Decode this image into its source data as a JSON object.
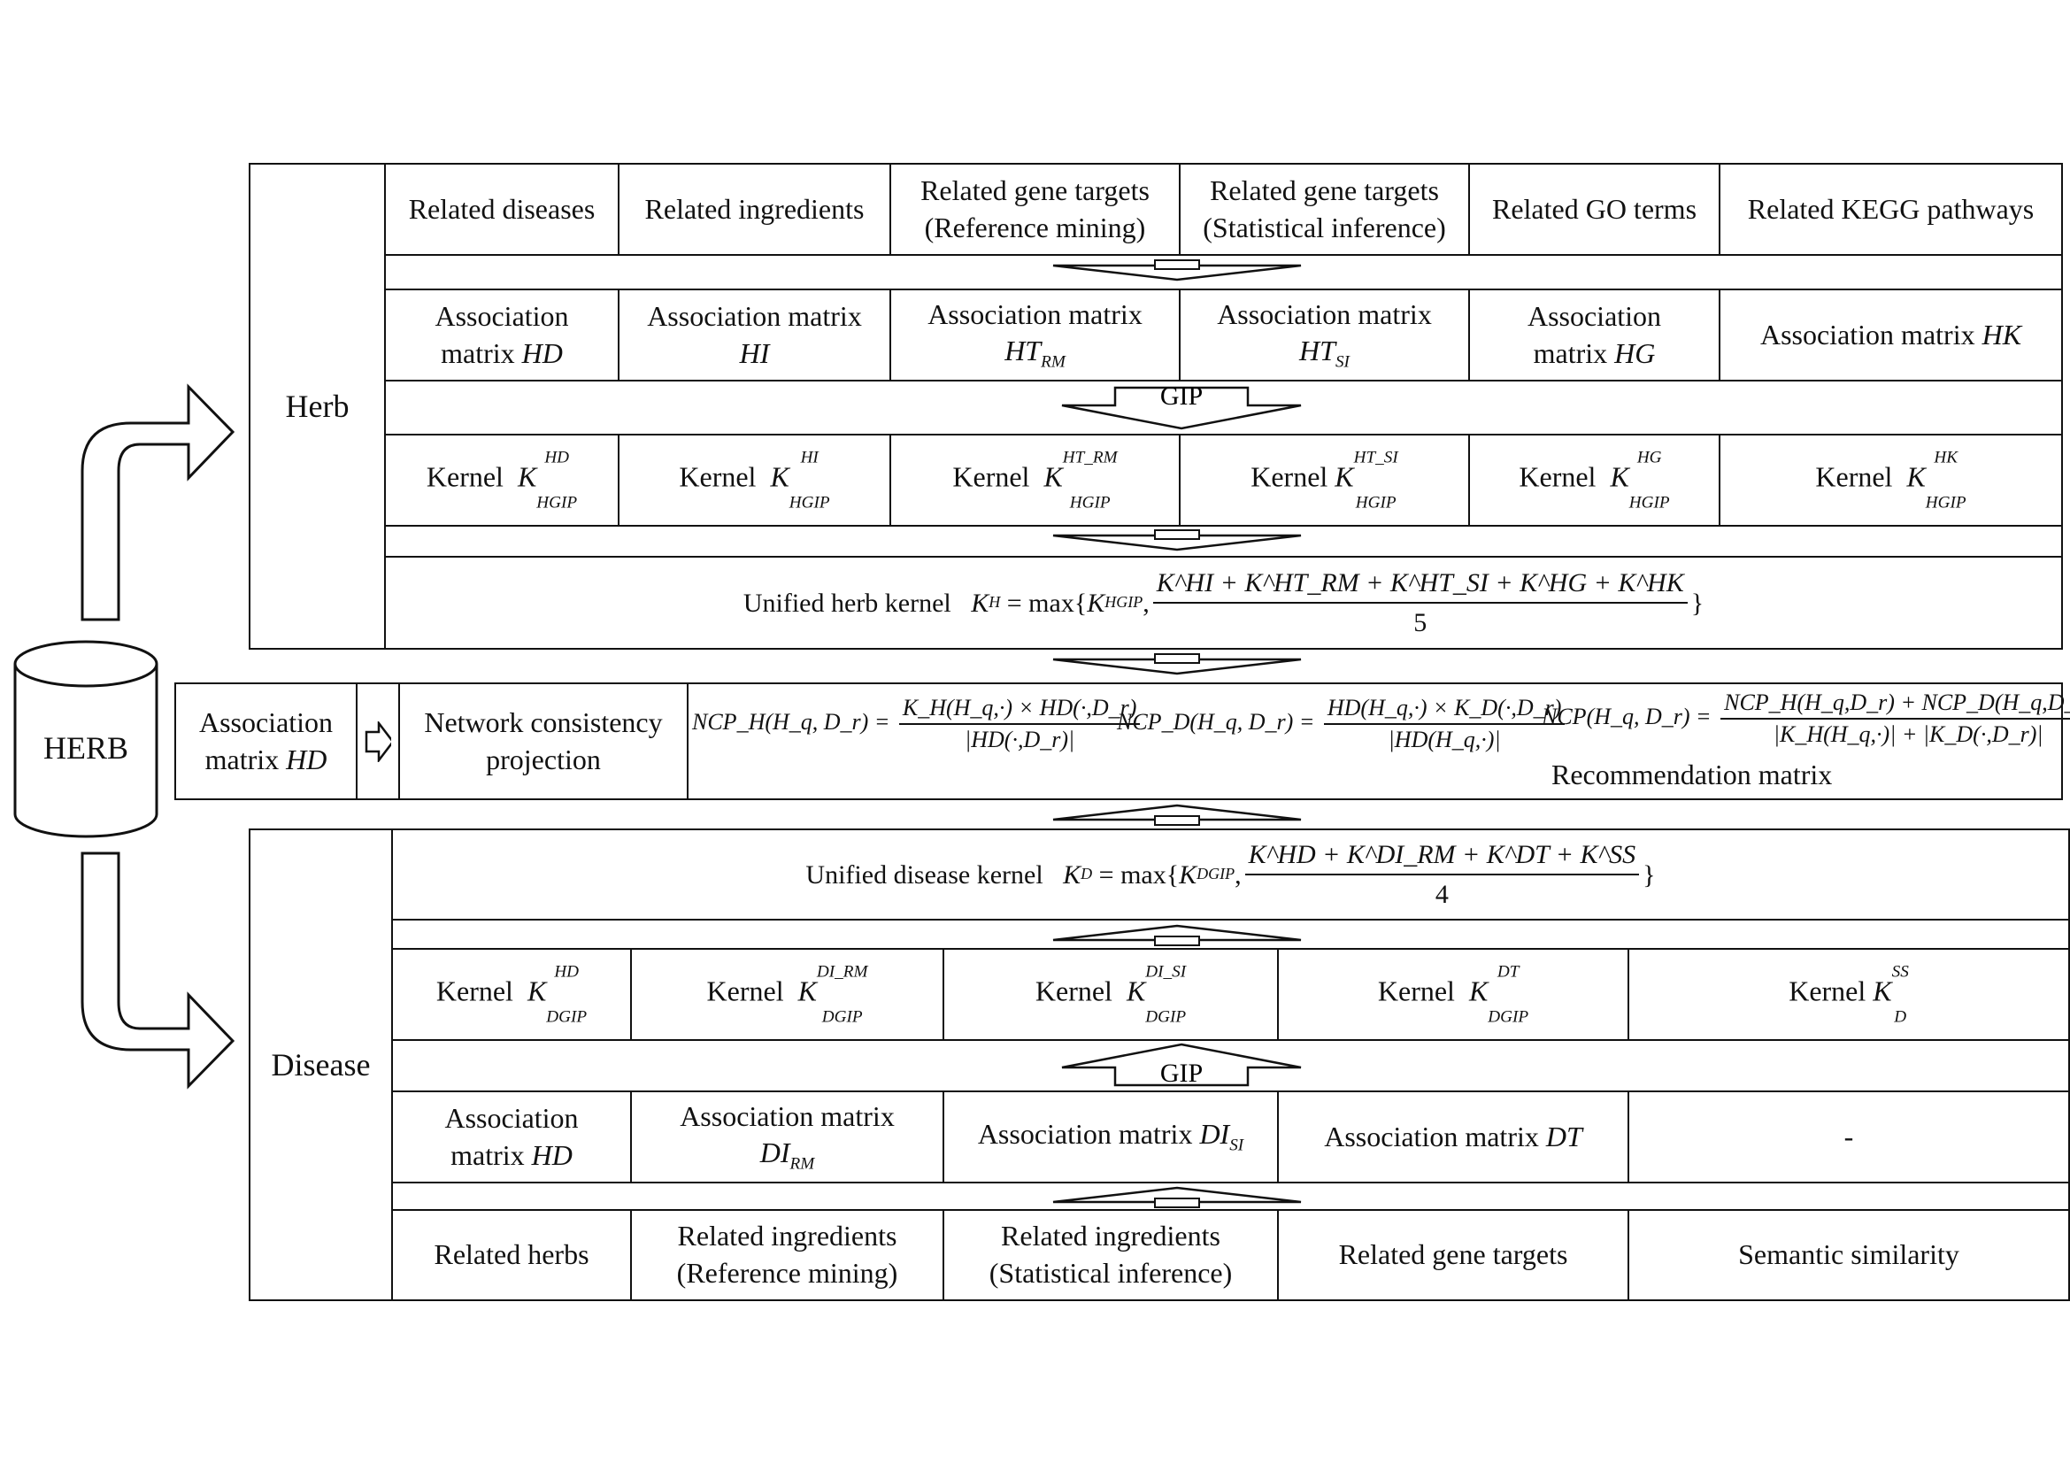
{
  "herb": {
    "label": "Herb",
    "sources": [
      "Related diseases",
      "Related ingredients",
      "Related gene targets\n(Reference mining)",
      "Related gene targets\n(Statistical inference)",
      "Related GO terms",
      "Related KEGG pathways"
    ],
    "matrices": [
      {
        "text": "Association\nmatrix ",
        "sym": "HD",
        "sub": ""
      },
      {
        "text": "Association matrix\n",
        "sym": "HI",
        "sub": ""
      },
      {
        "text": "Association matrix\n",
        "sym": "HT",
        "sub": "RM"
      },
      {
        "text": "Association matrix\n",
        "sym": "HT",
        "sub": "SI"
      },
      {
        "text": "Association\nmatrix ",
        "sym": "HG",
        "sub": ""
      },
      {
        "text": "Association matrix ",
        "sym": "HK",
        "sub": ""
      }
    ],
    "gip_label": "GIP",
    "kernel_word": "Kernel",
    "kernels": [
      {
        "sup": "HD",
        "sub": "HGIP"
      },
      {
        "sup": "HI",
        "sub": "HGIP"
      },
      {
        "sup": "HT_RM",
        "sub": "HGIP"
      },
      {
        "sup": "HT_SI",
        "sub": "HGIP"
      },
      {
        "sup": "HG",
        "sub": "HGIP"
      },
      {
        "sup": "HK",
        "sub": "HGIP"
      }
    ],
    "unified_label": "Unified herb kernel",
    "unified_lhs": "K",
    "unified_lhs_sub": "H",
    "unified_max": "= max{",
    "unified_num": "K^HI + K^HT_RM + K^HT_SI + K^HG + K^HK",
    "unified_den": "5"
  },
  "center": {
    "db_label": "HERB",
    "assoc_label": "Association\nmatrix ",
    "assoc_sym": "HD",
    "ncp_label": "Network consistency\nprojection",
    "recommendation_label": "Recommendation matrix",
    "ncp_h_lhs": "NCP_H(H_q, D_r) =",
    "ncp_h_num": "K_H(H_q,·) × HD(·,D_r)",
    "ncp_h_den": "|HD(·,D_r)|",
    "ncp_d_lhs": "NCP_D(H_q, D_r) =",
    "ncp_d_num": "HD(H_q,·) × K_D(·,D_r)",
    "ncp_d_den": "|HD(H_q,·)|",
    "ncp_lhs": "NCP(H_q, D_r) =",
    "ncp_num": "NCP_H(H_q,D_r) + NCP_D(H_q,D_r)",
    "ncp_den": "|K_H(H_q,·)| + |K_D(·,D_r)|"
  },
  "disease": {
    "label": "Disease",
    "unified_label": "Unified disease kernel",
    "unified_lhs": "K",
    "unified_lhs_sub": "D",
    "unified_max": "= max{",
    "unified_num": "K^HD + K^DI_RM + K^DT + K^SS",
    "unified_den": "4",
    "kernel_word": "Kernel",
    "kernels": [
      {
        "sup": "HD",
        "sub": "DGIP"
      },
      {
        "sup": "DI_RM",
        "sub": "DGIP"
      },
      {
        "sup": "DI_SI",
        "sub": "DGIP"
      },
      {
        "sup": "DT",
        "sub": "DGIP"
      },
      {
        "sup": "SS",
        "sub": "D"
      }
    ],
    "gip_label": "GIP",
    "matrices": [
      {
        "text": "Association\nmatrix ",
        "sym": "HD",
        "sub": ""
      },
      {
        "text": "Association matrix\n",
        "sym": "DI",
        "sub": "RM"
      },
      {
        "text": "Association matrix ",
        "sym": "DI",
        "sub": "SI"
      },
      {
        "text": "Association matrix ",
        "sym": "DT",
        "sub": ""
      },
      {
        "text": "-",
        "sym": "",
        "sub": ""
      }
    ],
    "sources": [
      "Related herbs",
      "Related ingredients\n(Reference mining)",
      "Related ingredients\n(Statistical inference)",
      "Related gene targets",
      "Semantic similarity"
    ]
  }
}
